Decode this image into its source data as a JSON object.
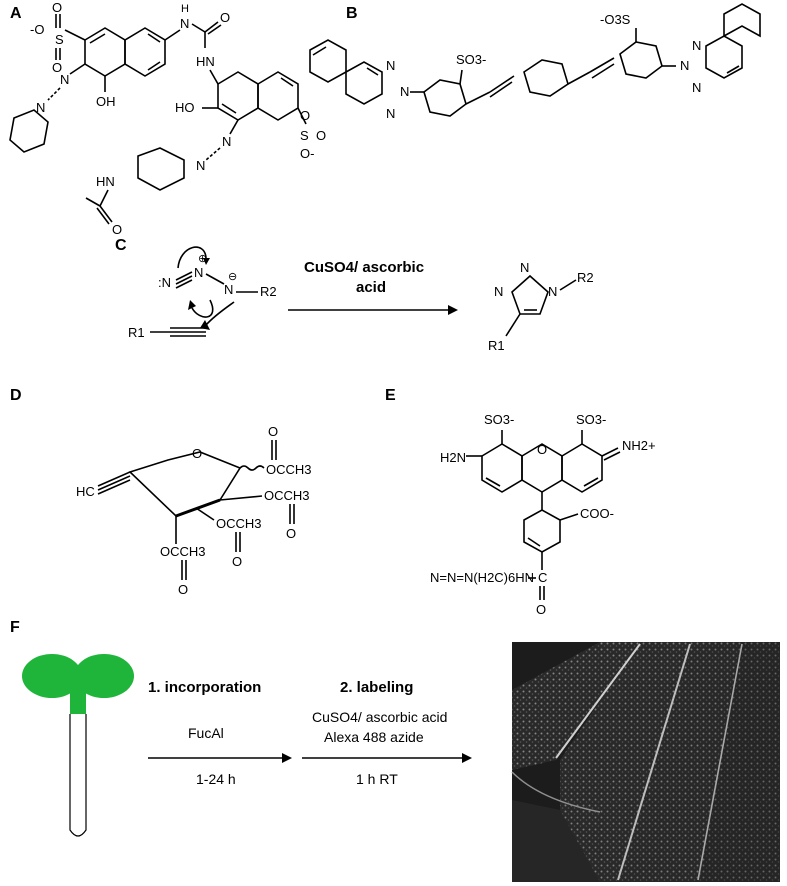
{
  "panels": {
    "a": "A",
    "b": "B",
    "c": "C",
    "d": "D",
    "e": "E",
    "f": "F"
  },
  "panel_a": {
    "so3_top": "-O",
    "s_top": "S",
    "nh_top": "H",
    "n_top": "N",
    "o_top": "O",
    "hn": "HN",
    "oh1": "OH",
    "ho2": "HO",
    "s_right": "S",
    "o_right": "O",
    "o_minus": "O-",
    "hn_amide": "HN",
    "o_amide": "O"
  },
  "panel_b": {
    "so3_left": "SO3-",
    "so3_right": "-O3S"
  },
  "panel_c": {
    "reagent_line1": "CuSO4/ ascorbic",
    "reagent_line2": "acid",
    "r1": "R1",
    "r2": "R2",
    "r1_prod": "R1",
    "r2_prod": "R2"
  },
  "panel_d": {
    "hc": "HC",
    "occh3_1": "OCCH3",
    "occh3_2": "OCCH3",
    "occh3_3": "OCCH3",
    "occh3_4": "OCCH3"
  },
  "panel_e": {
    "h2n": "H2N",
    "so3_1": "SO3-",
    "so3_2": "SO3-",
    "nh2": "NH2+",
    "coo": "COO-",
    "azide_chain": "N=N=N(H2C)6HN",
    "c": "C",
    "o": "O"
  },
  "panel_f": {
    "step1_title": "1. incorporation",
    "step1_reagent": "FucAl",
    "step1_time": "1-24 h",
    "step2_title": "2. labeling",
    "step2_reagent1": "CuSO4/ ascorbic acid",
    "step2_reagent2": "Alexa 488 azide",
    "step2_time": "1 h RT"
  },
  "colors": {
    "seedling_leaf": "#1eb53a",
    "micrograph_bg": "#1c1c1c"
  }
}
